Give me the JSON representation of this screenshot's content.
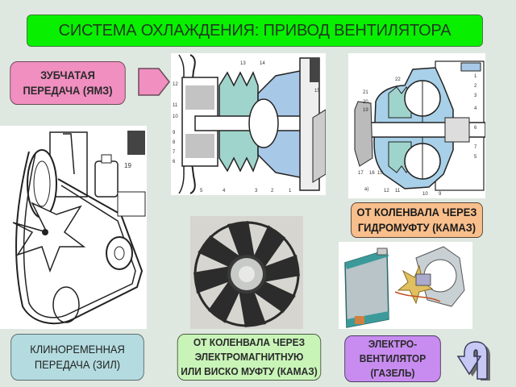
{
  "slide": {
    "title": "СИСТЕМА ОХЛАЖДЕНИЯ: ПРИВОД ВЕНТИЛЯТОРА",
    "background_color": "#dfe8e0",
    "title_color": "#08f000"
  },
  "labels": {
    "gear_drive": {
      "lines": [
        "ЗУБЧАТАЯ",
        "ПЕРЕДАЧА (ЯМЗ)"
      ],
      "color": "#f08fc0"
    },
    "hydro_coupling": {
      "lines": [
        "ОТ КОЛЕНВАЛА ЧЕРЕЗ",
        "ГИДРОМУФТУ (КАМАЗ)"
      ],
      "color": "#f8bf8c"
    },
    "v_belt": {
      "lines": [
        "КЛИНОРЕМЕННАЯ",
        "ПЕРЕДАЧА (ЗИЛ)"
      ],
      "color": "#b4dce0"
    },
    "electromagnetic": {
      "lines": [
        "ОТ КОЛЕНВАЛА ЧЕРЕЗ",
        "ЭЛЕКТРОМАГНИТНУЮ",
        "ИЛИ ВИСКО МУФТУ (КАМАЗ)"
      ],
      "color": "#c8f4b8"
    },
    "electric_fan": {
      "lines": [
        "ЭЛЕКТРО-",
        "ВЕНТИЛЯТОР",
        "(ГАЗЕЛЬ)"
      ],
      "color": "#c88cf0"
    }
  },
  "images": {
    "water_pump": "gear-driven-water-pump-section-drawing",
    "hydro_coupling": "hydraulic-coupling-section-drawing",
    "zil_engine": "zil-engine-v-belt-drive-drawing",
    "visco_fan": "visco-clutch-fan-photo",
    "radiator": "radiator-electric-fan-assembly-photo"
  },
  "navigation": {
    "back_icon": "return-arrow-icon"
  }
}
